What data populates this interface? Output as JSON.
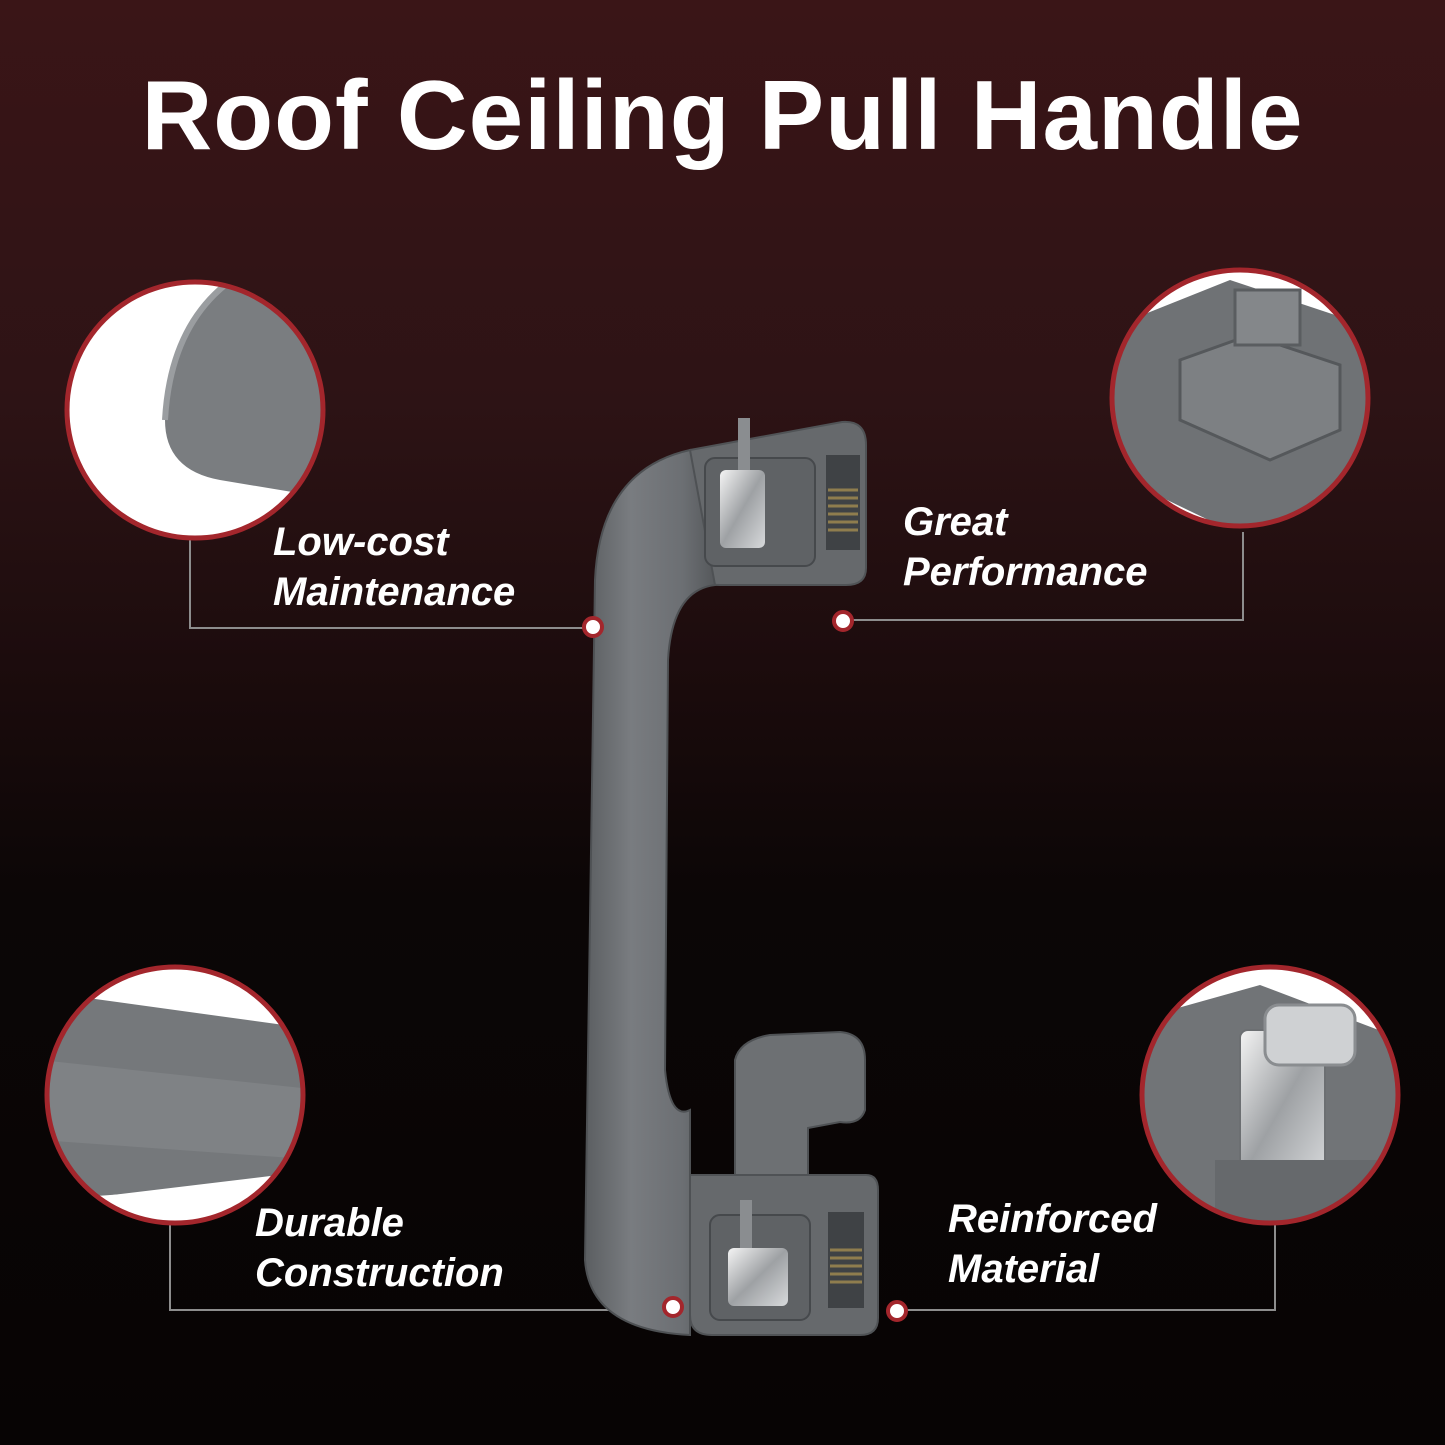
{
  "title": "Roof Ceiling Pull Handle",
  "features": {
    "top_left": {
      "line1": "Low-cost",
      "line2": "Maintenance"
    },
    "top_right": {
      "line1": "Great",
      "line2": "Performance"
    },
    "bottom_left": {
      "line1": "Durable",
      "line2": "Construction"
    },
    "bottom_right": {
      "line1": "Reinforced",
      "line2": "Material"
    }
  },
  "colors": {
    "background_top": "#3a1517",
    "background_bottom": "#070404",
    "accent_ring": "#a3262c",
    "handle_gray": "#6f7275",
    "text": "#ffffff"
  }
}
